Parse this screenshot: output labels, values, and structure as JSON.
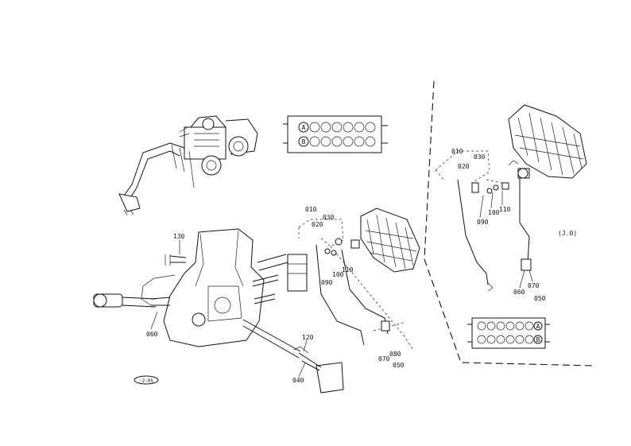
{
  "parts": {
    "p010a": "010",
    "p020a": "020",
    "p030a": "030",
    "p090a": "090",
    "p100a": "100",
    "p110a": "110",
    "p070a": "070",
    "p080a": "080",
    "p050a": "050",
    "p120": "120",
    "p040": "040",
    "p130": "130",
    "p060": "060",
    "p010b": "010",
    "p020b": "020",
    "p030b": "030",
    "p090b": "090",
    "p100b": "100",
    "p110b": "110",
    "p060b": "060",
    "p070b": "070",
    "p050b": "050"
  },
  "valve_markers": {
    "top_a": "A",
    "top_b": "B",
    "bottom_a": "A",
    "bottom_b": "B"
  },
  "inset_label": "(J.0)",
  "ref_badge": "◦2-05"
}
